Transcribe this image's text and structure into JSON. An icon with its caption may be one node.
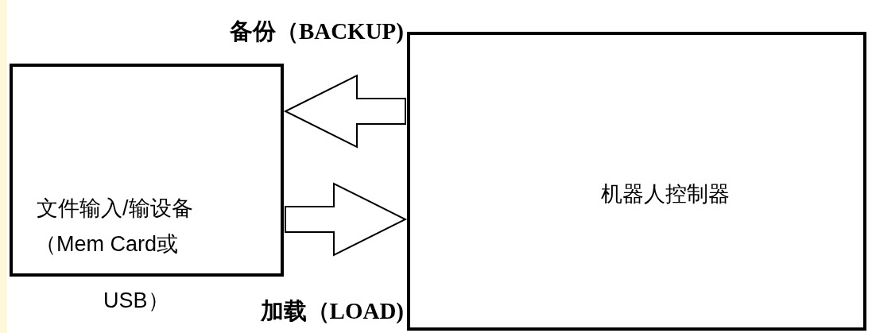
{
  "diagram": {
    "nodes": [
      {
        "text": [
          "文件输入/输设备",
          "（Mem Card或"
        ],
        "beside": [
          "USB）"
        ]
      },
      {
        "text": [
          "机器人控制器"
        ]
      }
    ],
    "edges": [
      {
        "from": 1,
        "to": 0,
        "arrow": "to",
        "label": "备份（BACKUP)"
      },
      {
        "from": 0,
        "to": 1,
        "arrow": "to",
        "label": "加载（LOAD)"
      }
    ]
  }
}
